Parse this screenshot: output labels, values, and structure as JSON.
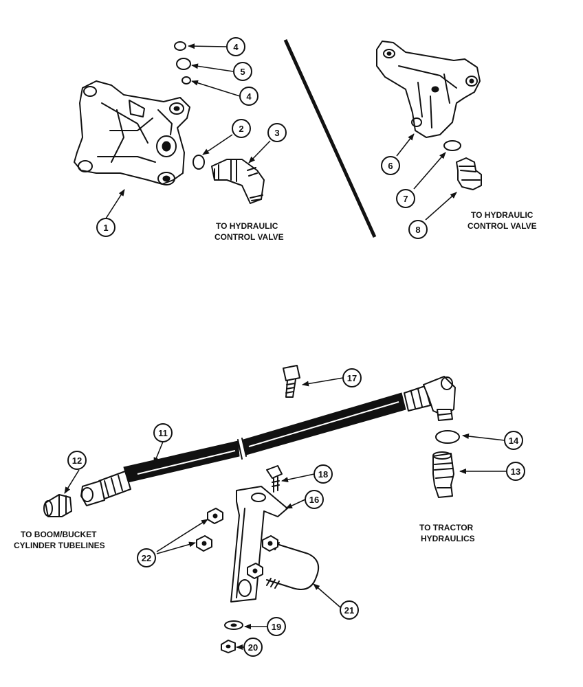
{
  "callouts": [
    "1",
    "2",
    "3",
    "4",
    "5",
    "4",
    "6",
    "7",
    "8",
    "11",
    "12",
    "13",
    "14",
    "16",
    "17",
    "18",
    "19",
    "20",
    "21",
    "22"
  ],
  "labels": {
    "hydraulic_left_1": "TO HYDRAULIC",
    "hydraulic_left_2": "CONTROL VALVE",
    "hydraulic_right_1": "TO HYDRAULIC",
    "hydraulic_right_2": "CONTROL VALVE",
    "boom_1": "TO BOOM/BUCKET",
    "boom_2": "CYLINDER TUBELINES",
    "tractor_1": "TO TRACTOR",
    "tractor_2": "HYDRAULICS"
  },
  "colors": {
    "ink": "#111111",
    "paper": "#ffffff"
  }
}
